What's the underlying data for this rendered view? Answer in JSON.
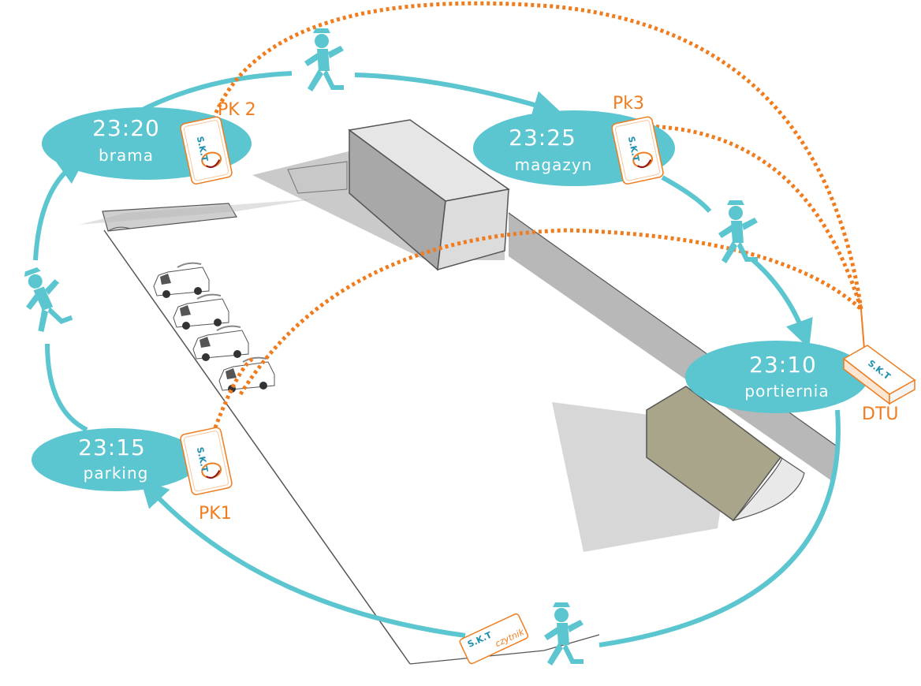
{
  "checkpoints": [
    {
      "id": "parking",
      "time": "23:15",
      "name": "parking",
      "tag": "PK1"
    },
    {
      "id": "brama",
      "time": "23:20",
      "name": "brama",
      "tag": "PK 2"
    },
    {
      "id": "magazyn",
      "time": "23:25",
      "name": "magazyn",
      "tag": "Pk3"
    },
    {
      "id": "portiernia",
      "time": "23:10",
      "name": "portiernia",
      "tag": "DTU"
    }
  ],
  "reader": {
    "label": "czytnik"
  },
  "device_brand": "S.K.T",
  "colors": {
    "route": "#5bc5d0",
    "signal": "#f07c1e",
    "building": "#d6d6d6",
    "shadow": "#9a9a9a",
    "tent": "#a9a58a"
  }
}
